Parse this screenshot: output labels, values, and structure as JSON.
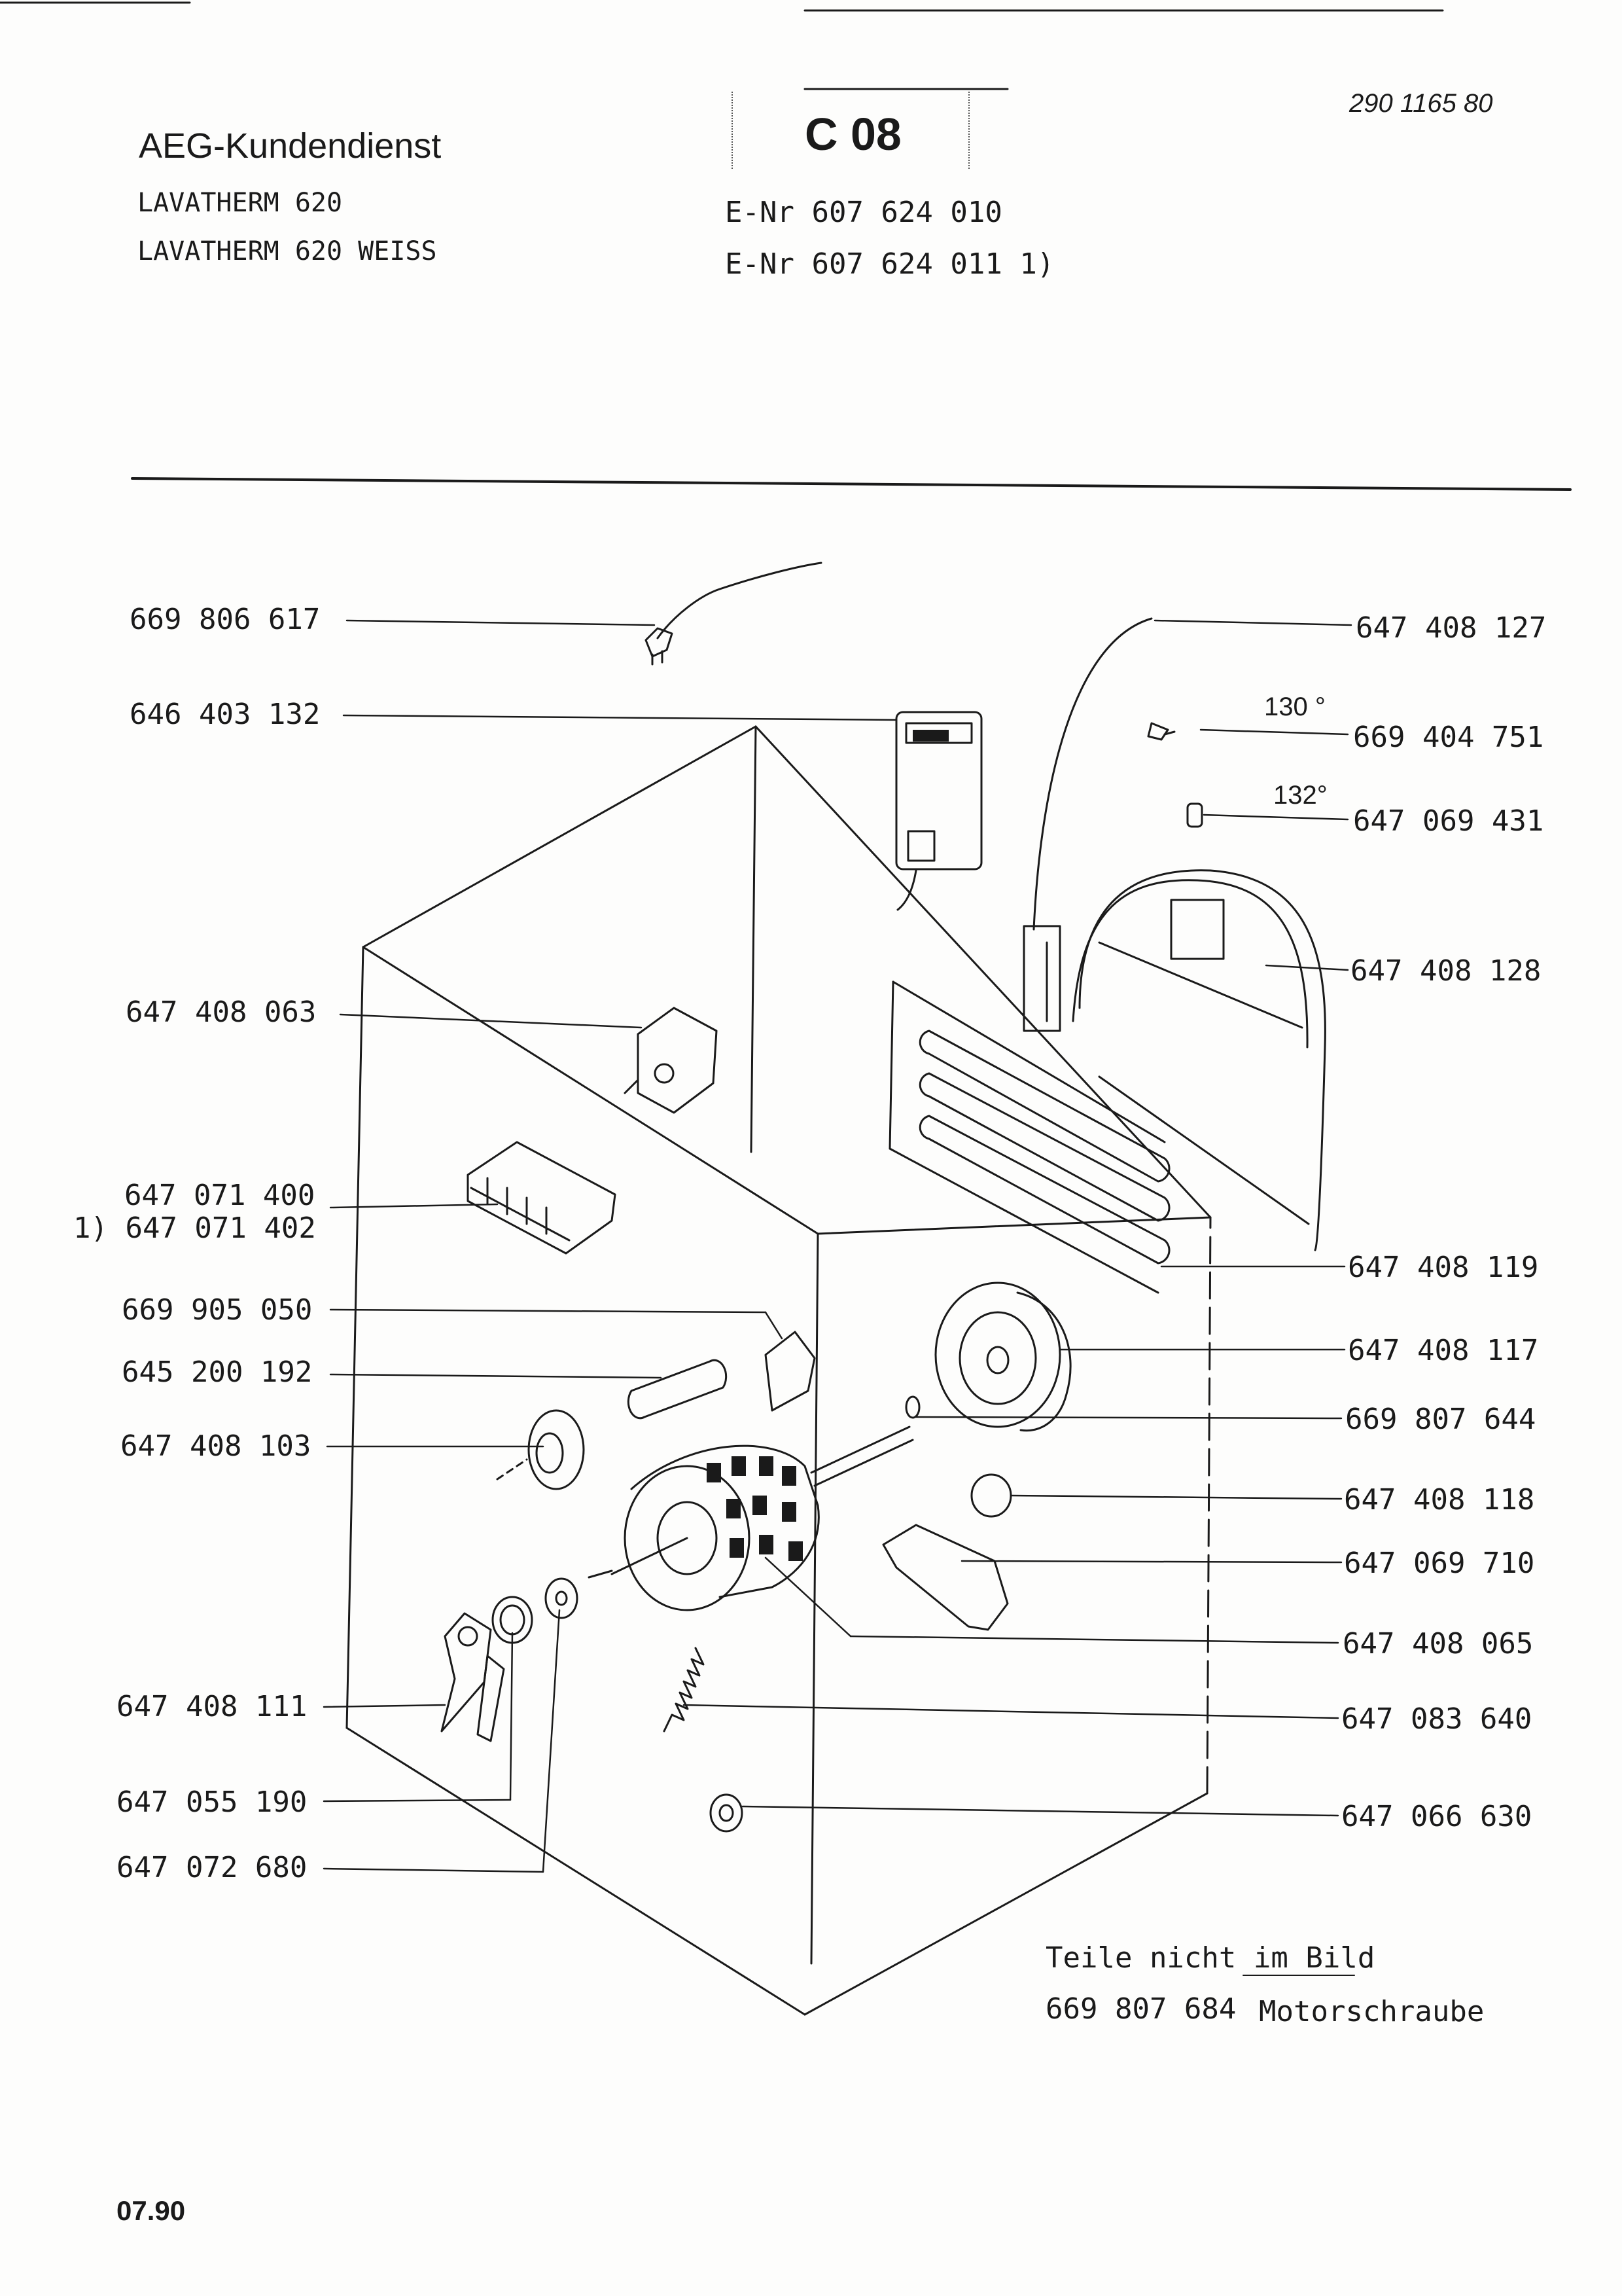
{
  "header": {
    "brand": "AEG-Kundendienst",
    "models": [
      "LAVATHERM 620",
      "LAVATHERM 620 WEISS"
    ],
    "group_code": "C 08",
    "e_numbers": [
      "E-Nr 607 624 010",
      "E-Nr 607 624 011 1)"
    ],
    "document_number": "290 1165 80"
  },
  "parts_left": [
    {
      "id": "p-669806617",
      "label": "669 806 617"
    },
    {
      "id": "p-646403132",
      "label": "646 403 132"
    },
    {
      "id": "p-647408063",
      "label": "647 408 063"
    },
    {
      "id": "p-647071400",
      "label": "647 071 400"
    },
    {
      "id": "p-647071402",
      "label": "1) 647 071 402"
    },
    {
      "id": "p-669905050",
      "label": "669 905 050"
    },
    {
      "id": "p-645200192",
      "label": "645 200 192"
    },
    {
      "id": "p-647408103",
      "label": "647 408 103"
    },
    {
      "id": "p-647408111",
      "label": "647 408 111"
    },
    {
      "id": "p-647055190",
      "label": "647 055 190"
    },
    {
      "id": "p-647072680",
      "label": "647 072 680"
    }
  ],
  "parts_right": [
    {
      "id": "p-647408127",
      "label": "647 408 127"
    },
    {
      "id": "p-669404751",
      "label": "669 404 751"
    },
    {
      "id": "p-647069431",
      "label": "647 069 431"
    },
    {
      "id": "p-647408128",
      "label": "647 408 128"
    },
    {
      "id": "p-647408119",
      "label": "647 408 119"
    },
    {
      "id": "p-647408117",
      "label": "647 408 117"
    },
    {
      "id": "p-669807644",
      "label": "669 807 644"
    },
    {
      "id": "p-647408118",
      "label": "647 408 118"
    },
    {
      "id": "p-647069710",
      "label": "647 069 710"
    },
    {
      "id": "p-647408065",
      "label": "647 408 065"
    },
    {
      "id": "p-647083640",
      "label": "647 083 640"
    },
    {
      "id": "p-647066630",
      "label": "647 066 630"
    }
  ],
  "temperatures": {
    "t1": "130 °",
    "t2": "132°"
  },
  "footnote": {
    "heading": "Teile nicht im Bild",
    "part_number": "669 807 684",
    "part_name": "Motorschraube"
  },
  "footer": {
    "date": "07.90"
  }
}
